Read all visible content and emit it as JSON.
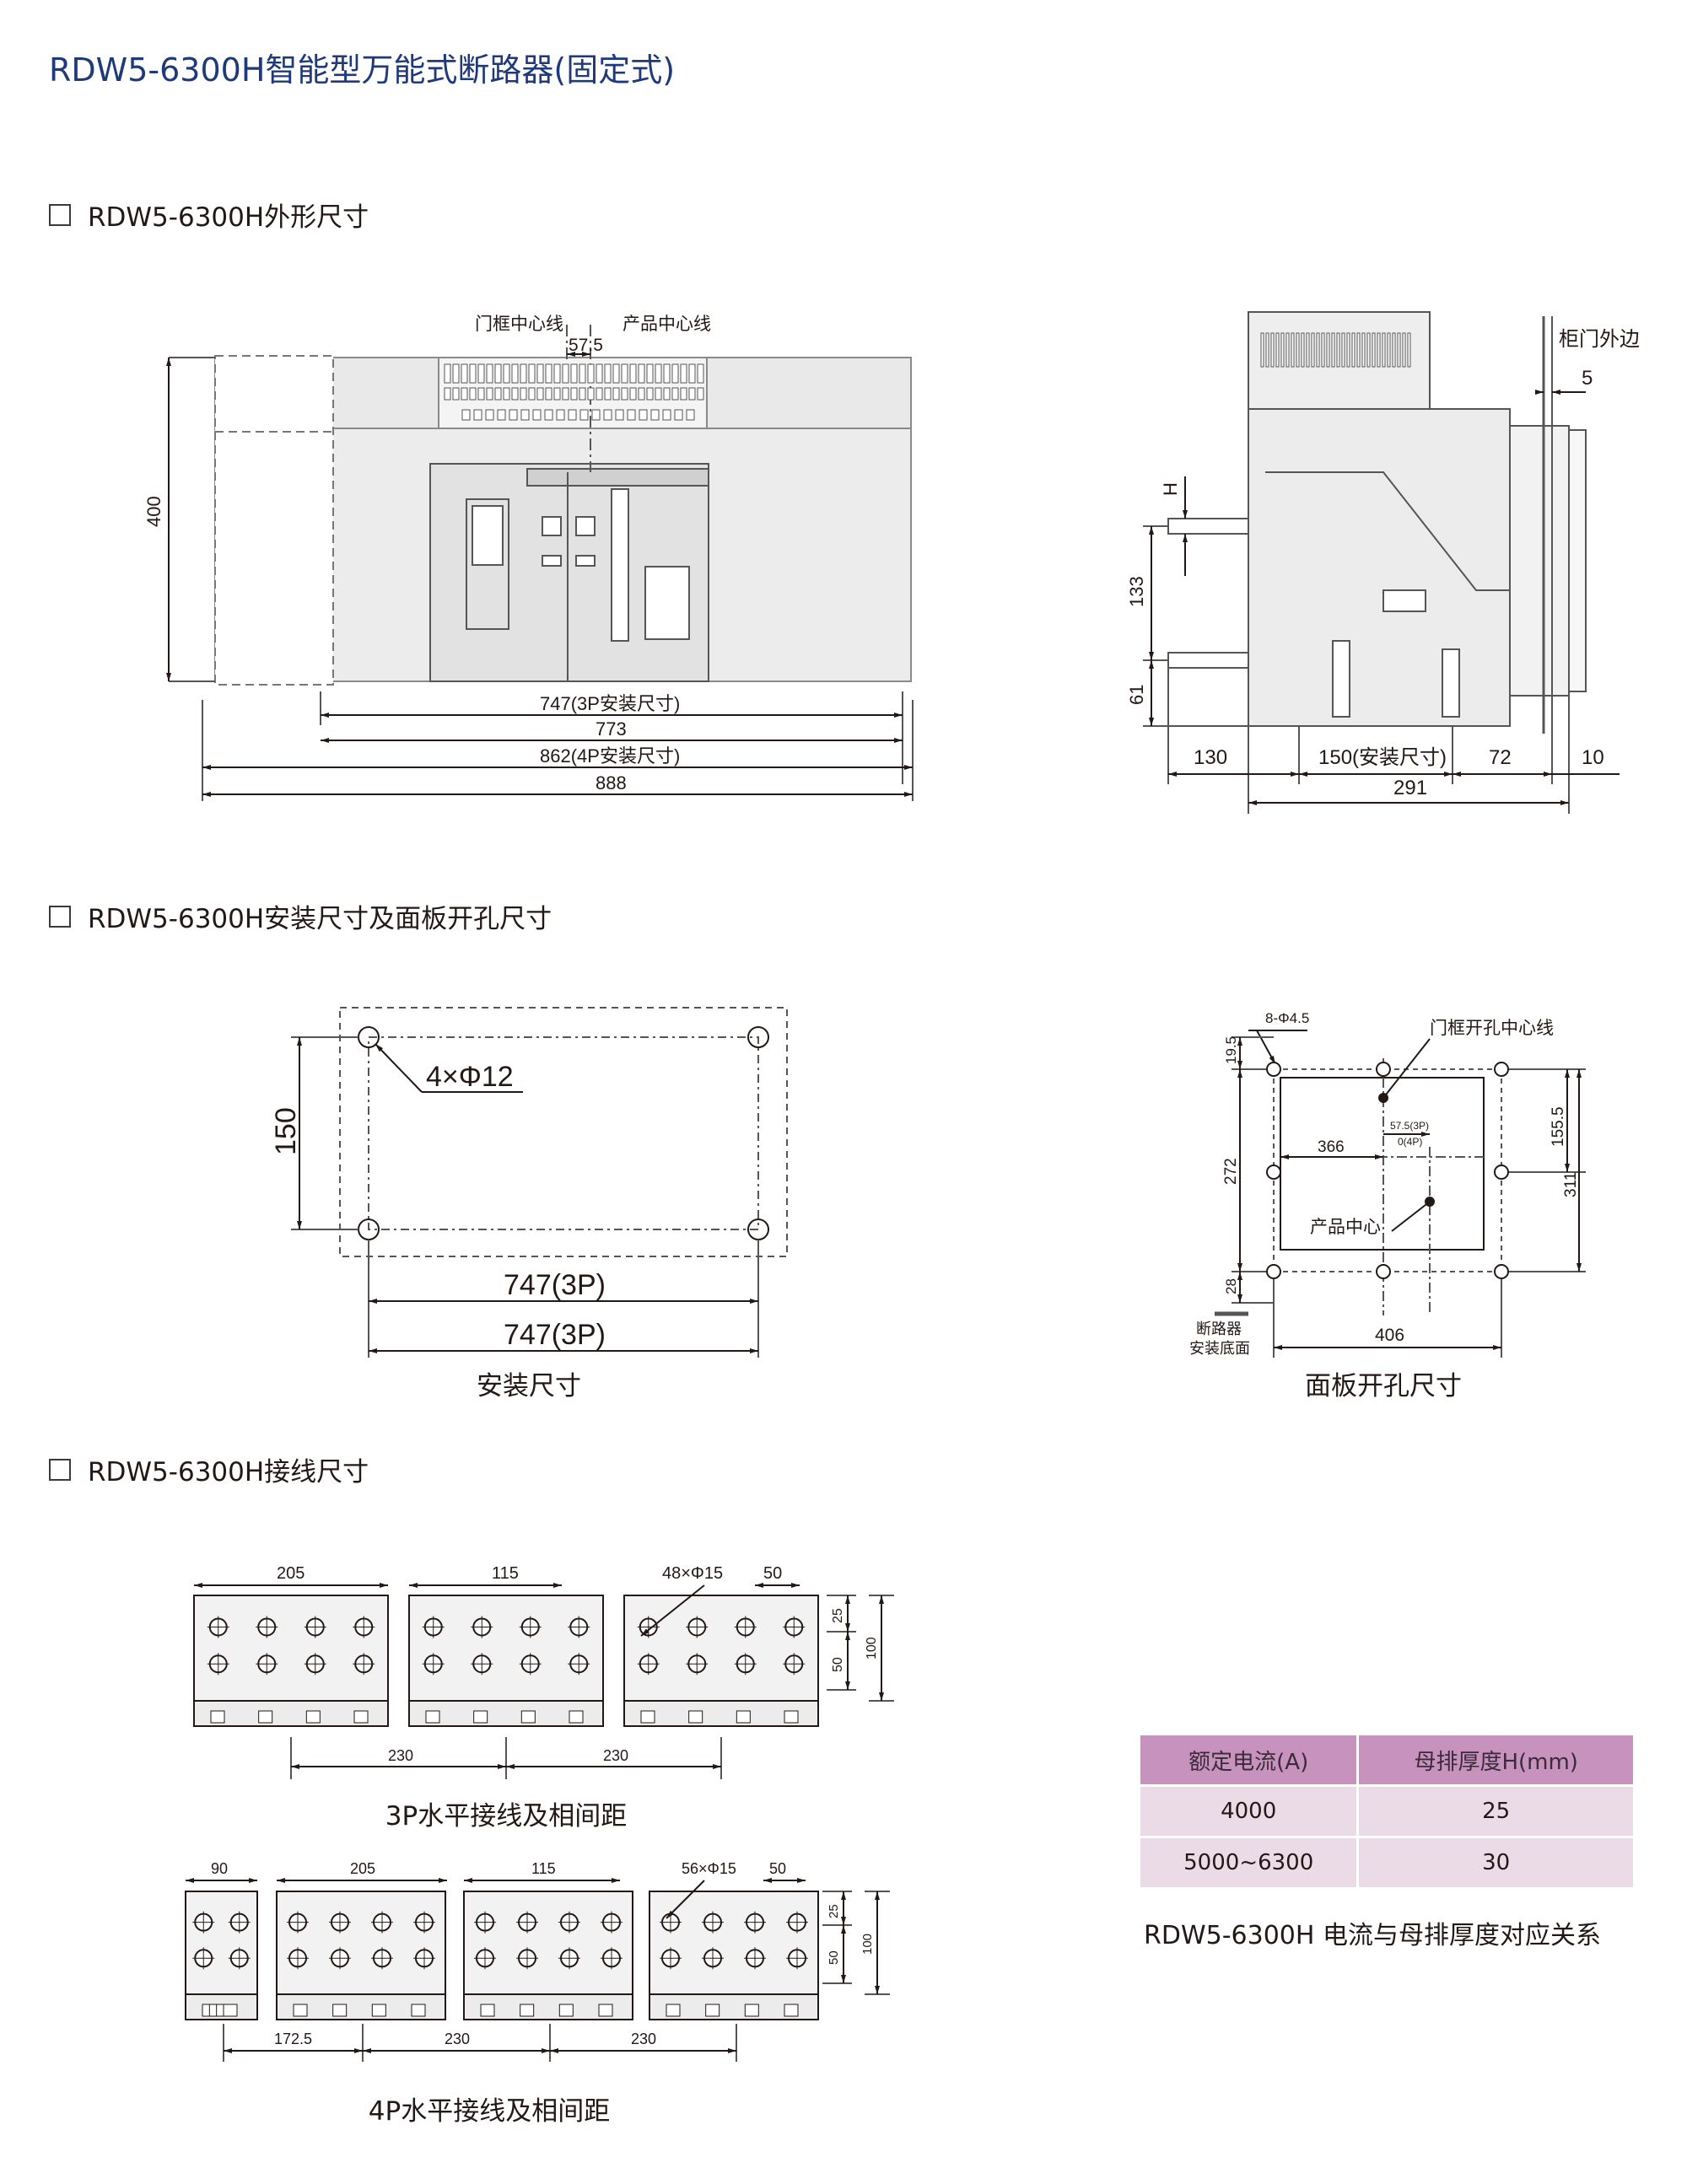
{
  "title": "RDW5-6300H智能型万能式断路器(固定式)",
  "sections": {
    "outline": "RDW5-6300H外形尺寸",
    "mounting": "RDW5-6300H安装尺寸及面板开孔尺寸",
    "wiring": "RDW5-6300H接线尺寸"
  },
  "front_view": {
    "door_center_label": "门框中心线",
    "offset": "57.5",
    "product_center_label": "产品中心线",
    "height": "400",
    "dim_747": "747(3P安装尺寸)",
    "dim_773": "773",
    "dim_862": "862(4P安装尺寸)",
    "dim_888": "888"
  },
  "side_view": {
    "door_edge_label": "柜门外边",
    "dim_5": "5",
    "dim_H": "H",
    "dim_133": "133",
    "dim_61": "61",
    "dim_130": "130",
    "dim_150": "150(安装尺寸)",
    "dim_72": "72",
    "dim_10": "10",
    "dim_291": "291"
  },
  "mount_view": {
    "holes": "4×Φ12",
    "dim_150": "150",
    "dim_747a": "747(3P)",
    "dim_747b": "747(3P)",
    "caption": "安装尺寸"
  },
  "panel_view": {
    "holes": "8-Φ4.5",
    "door_center_label": "门框开孔中心线",
    "dim_19_5": "19.5",
    "dim_272": "272",
    "dim_28": "28",
    "dim_155_5": "155.5",
    "dim_311": "311",
    "dim_366": "366",
    "dim_57_5": "57.5(3P)",
    "dim_0": "0(4P)",
    "product_center_label": "产品中心",
    "base_label_1": "断路器",
    "base_label_2": "安装底面",
    "dim_406": "406",
    "caption": "面板开孔尺寸"
  },
  "wiring_3p": {
    "dim_205": "205",
    "dim_115": "115",
    "holes": "48×Φ15",
    "dim_50": "50",
    "dim_25": "25",
    "dim_50v": "50",
    "dim_100": "100",
    "dim_230a": "230",
    "dim_230b": "230",
    "caption": "3P水平接线及相间距"
  },
  "wiring_4p": {
    "dim_90": "90",
    "dim_205": "205",
    "dim_115": "115",
    "holes": "56×Φ15",
    "dim_50": "50",
    "dim_25": "25",
    "dim_50v": "50",
    "dim_100": "100",
    "dim_172_5": "172.5",
    "dim_230a": "230",
    "dim_230b": "230",
    "caption": "4P水平接线及相间距"
  },
  "busbar_table": {
    "headers": [
      "额定电流(A)",
      "母排厚度H(mm)"
    ],
    "rows": [
      [
        "4000",
        "25"
      ],
      [
        "5000~6300",
        "30"
      ]
    ],
    "caption": "RDW5-6300H 电流与母排厚度对应关系",
    "header_color": "#c792bd",
    "row_color": "#eadbe7"
  }
}
